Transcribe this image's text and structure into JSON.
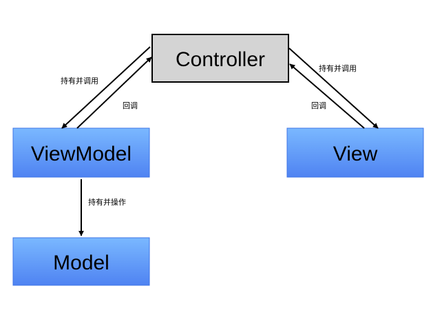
{
  "nodes": {
    "controller": {
      "label": "Controller"
    },
    "viewmodel": {
      "label": "ViewModel"
    },
    "view": {
      "label": "View"
    },
    "model": {
      "label": "Model"
    }
  },
  "edges": {
    "controller_to_viewmodel": {
      "label": "持有并调用"
    },
    "viewmodel_to_controller": {
      "label": "回调"
    },
    "controller_to_view": {
      "label": "持有并调用"
    },
    "view_to_controller": {
      "label": "回调"
    },
    "viewmodel_to_model": {
      "label": "持有并操作"
    }
  },
  "colors": {
    "controller_fill": "#d4d4d4",
    "blue_top": "#7ab8ff",
    "blue_bottom": "#4f83f2",
    "blue_border": "#3f74e6",
    "line": "#000000"
  }
}
